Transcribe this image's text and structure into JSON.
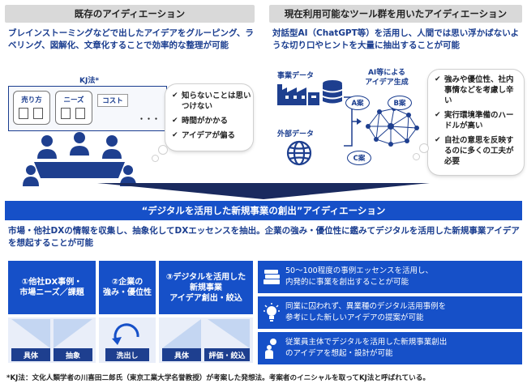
{
  "left_section": {
    "title": "既存のアイディエーション",
    "description": "ブレインストーミングなどで出したアイデアをグルーピング、ラベリング、図解化、文章化することで効率的な整理が可能",
    "kj_label": "KJ法*",
    "cards": [
      "売り方",
      "ニーズ",
      "コスト"
    ],
    "ellipsis": "・・・",
    "issues": [
      "知らないことは思いつけない",
      "時間がかかる",
      "アイデアが偏る"
    ]
  },
  "right_section": {
    "title": "現在利用可能なツール群を用いたアイディエーション",
    "description": "対話型AI（ChatGPT等）を活用し、人間では思い浮かばないような切り口やヒントを大量に抽出することが可能",
    "business_data_label": "事業データ",
    "external_data_label": "外部データ",
    "ai_label": "AI等による\nアイデア生成",
    "cases": [
      "A案",
      "B案",
      "C案"
    ],
    "issues": [
      "強みや優位性、社内事情などを考慮し辛い",
      "実行環境準備のハードルが高い",
      "自社の意思を反映するのに多くの工夫が必要"
    ]
  },
  "bottom_section": {
    "title": "“デジタルを活用した新規事業の創出”アイディエーション",
    "description": "市場・他社DXの情報を収集し、抽象化してDXエッセンスを抽出。企業の強み・優位性に鑑みてデジタルを活用した新規事業アイデアを想起することが可能",
    "steps": [
      {
        "title": "①他社DX事例・\n市場ニーズ／課題",
        "labels": [
          "具体",
          "抽象"
        ]
      },
      {
        "title": "②企業の\n強み・優位性",
        "labels": [
          "洗出し"
        ]
      },
      {
        "title": "③デジタルを活用した\n新規事業\nアイデア創出・絞込",
        "labels": [
          "具体",
          "評価・絞込"
        ]
      }
    ],
    "benefits": [
      {
        "icon": "books-icon",
        "text": "50～100程度の事例エッセンスを活用し、\n内発的に事業を創出することが可能"
      },
      {
        "icon": "lightbulb-icon",
        "text": "同業に囚われず、異業種のデジタル活用事例を\n参考にした新しいアイデアの提案が可能"
      },
      {
        "icon": "person-idea-icon",
        "text": "従業員主体でデジタルを活用した新規事業創出\nのアイデアを想起・設計が可能"
      }
    ]
  },
  "footnote": "*KJ法：文化人類学者の川喜田二郎氏（東京工業大学名誉教授）が考案した発想法。考案者のイニシャルを取ってKJ法と呼ばれている。",
  "colors": {
    "primary": "#1650c8",
    "text": "#1a3d8f",
    "panel": "#e9eef9",
    "header_gray": "#d9d9d9"
  }
}
